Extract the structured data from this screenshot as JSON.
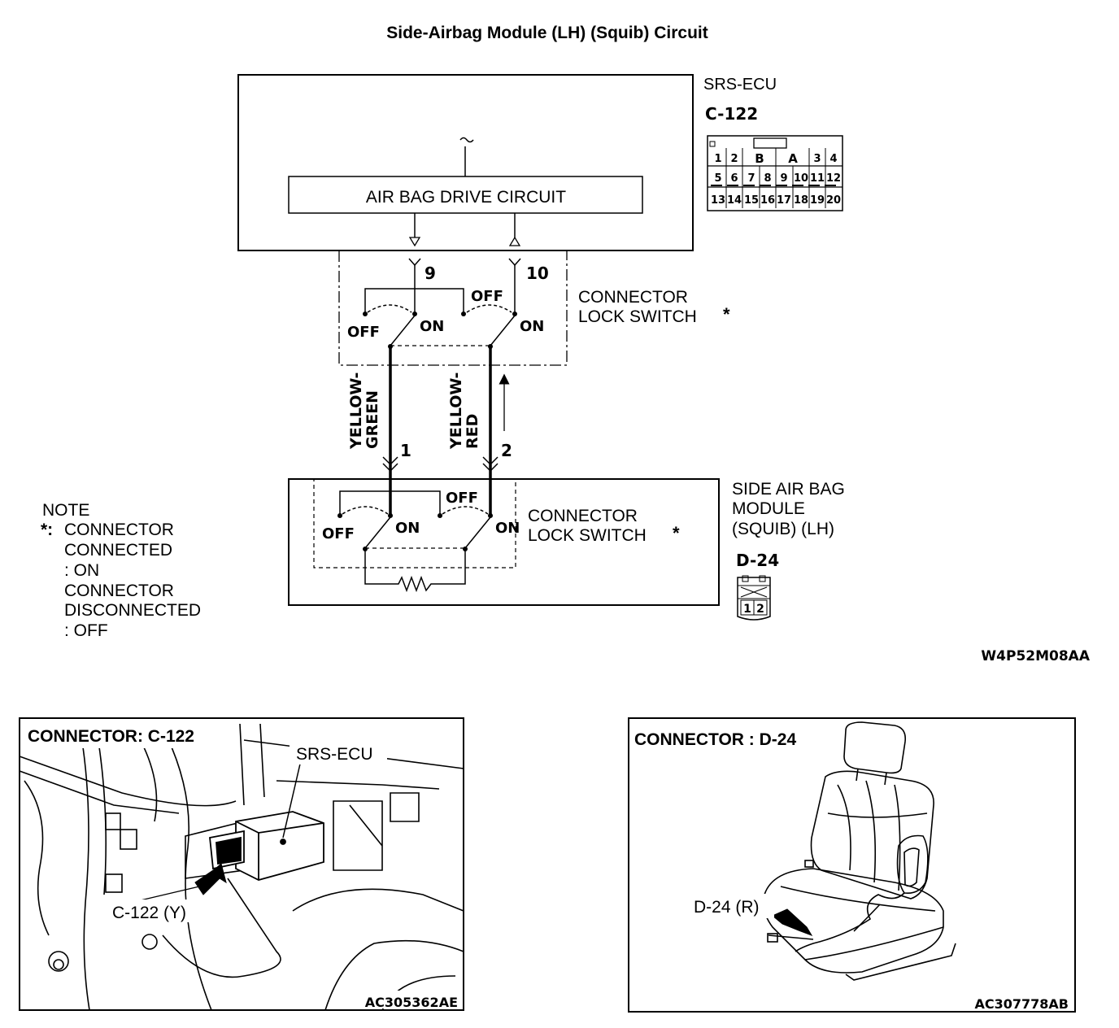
{
  "title": "Side-Airbag Module (LH) (Squib) Circuit",
  "ecu": {
    "name": "SRS-ECU",
    "connector": "C-122",
    "drive_circuit": "AIR BAG DRIVE CIRCUIT",
    "terminal_a": "9",
    "terminal_b": "10",
    "pins_row1": [
      "1",
      "2",
      "B",
      "A",
      "3",
      "4"
    ],
    "pins_row2": [
      "5",
      "6",
      "7",
      "8",
      "9",
      "10",
      "11",
      "12"
    ],
    "pins_row3": [
      "13",
      "14",
      "15",
      "16",
      "17",
      "18",
      "19",
      "20"
    ]
  },
  "switch_ecu": {
    "label_line1": "CONNECTOR",
    "label_line2": "LOCK SWITCH",
    "star": "*",
    "off1": "OFF",
    "on1": "ON",
    "off2": "OFF",
    "on2": "ON"
  },
  "wires": {
    "w1_color_line1": "YELLOW-",
    "w1_color_line2": "GREEN",
    "w1_terminal": "1",
    "w2_color_line1": "YELLOW-",
    "w2_color_line2": "RED",
    "w2_terminal": "2"
  },
  "module": {
    "name_line1": "SIDE AIR BAG",
    "name_line2": "MODULE",
    "name_line3": "(SQUIB) (LH)",
    "connector": "D-24",
    "pin1": "1",
    "pin2": "2"
  },
  "switch_module": {
    "label_line1": "CONNECTOR",
    "label_line2": "LOCK SWITCH",
    "star": "*",
    "off1": "OFF",
    "on1": "ON",
    "off2": "OFF",
    "on2": "ON"
  },
  "note": {
    "heading": "NOTE",
    "star": "*:",
    "line1": "CONNECTOR",
    "line2": "CONNECTED",
    "line3": ": ON",
    "line4": "CONNECTOR",
    "line5": "DISCONNECTED",
    "line6": ": OFF"
  },
  "diagram_code": "W4P52M08AA",
  "panel_left": {
    "title": "CONNECTOR: C-122",
    "ecu_label": "SRS-ECU",
    "connector_label": "C-122 (Y)",
    "code": "AC305362AE"
  },
  "panel_right": {
    "title": "CONNECTOR : D-24",
    "connector_label": "D-24 (R)",
    "code": "AC307778AB"
  }
}
